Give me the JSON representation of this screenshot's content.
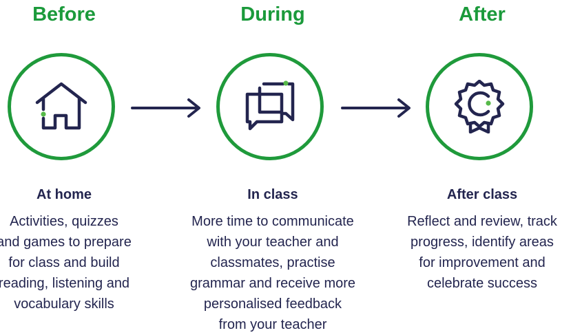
{
  "colors": {
    "green": "#1b9a3b",
    "navy": "#23254f",
    "dot": "#56b949"
  },
  "stages": [
    {
      "title": "Before",
      "icon": "house-icon",
      "heading": "At home",
      "lines": [
        "Activities, quizzes",
        "and games to prepare",
        "for class and build",
        "reading, listening and",
        "vocabulary skills"
      ]
    },
    {
      "title": "During",
      "icon": "chat-bubbles-icon",
      "heading": "In class",
      "lines": [
        "More time to communicate",
        "with your teacher and",
        "classmates, practise",
        "grammar and receive more",
        "personalised feedback",
        "from your teacher"
      ]
    },
    {
      "title": "After",
      "icon": "award-badge-icon",
      "heading": "After class",
      "lines": [
        "Reflect and review, track",
        "progress, identify areas",
        "for improvement and",
        "celebrate success"
      ]
    }
  ]
}
